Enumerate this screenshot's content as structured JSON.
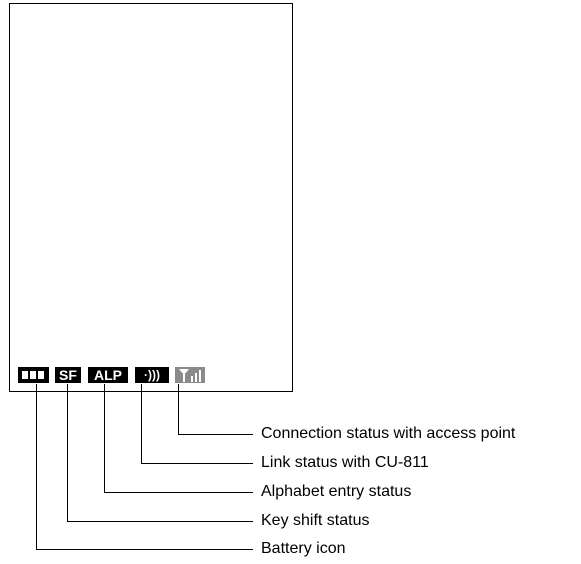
{
  "status_icons": {
    "sf_text": "SF",
    "alp_text": "ALP",
    "link_text": "·)))"
  },
  "callouts": [
    {
      "label": "Connection status with access point",
      "icon": "connection-status-icon"
    },
    {
      "label": "Link status with CU-811",
      "icon": "link-status-icon"
    },
    {
      "label": "Alphabet entry status",
      "icon": "alphabet-entry-icon"
    },
    {
      "label": "Key shift status",
      "icon": "key-shift-icon"
    },
    {
      "label": "Battery icon",
      "icon": "battery-icon"
    }
  ]
}
